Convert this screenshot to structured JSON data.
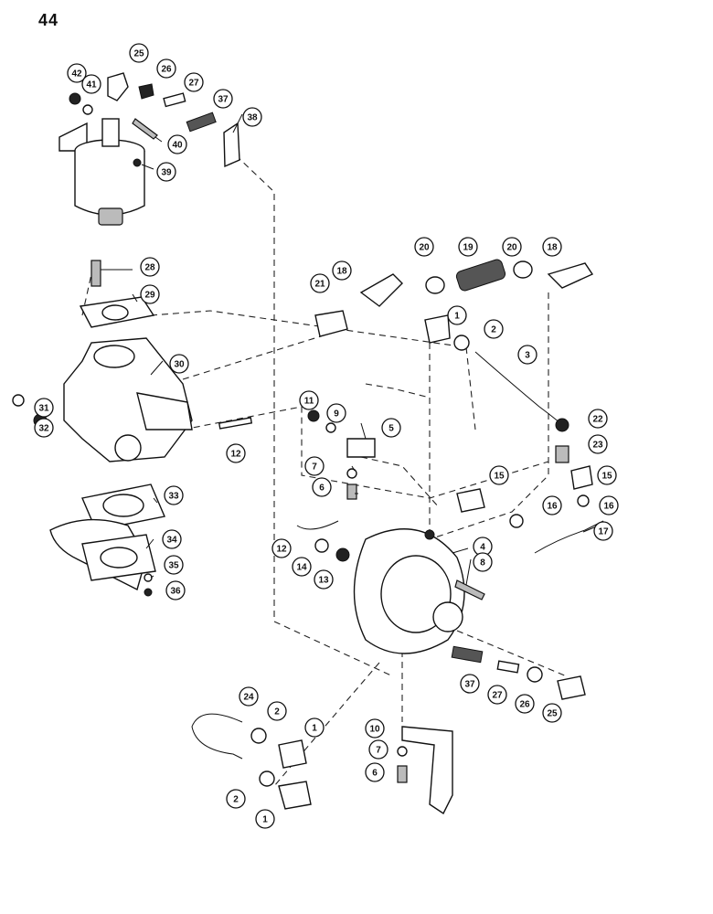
{
  "page": {
    "number": "44"
  },
  "diagram": {
    "callouts": [
      {
        "id": "c42",
        "label": "42"
      },
      {
        "id": "c41",
        "label": "41"
      },
      {
        "id": "c25a",
        "label": "25"
      },
      {
        "id": "c26a",
        "label": "26"
      },
      {
        "id": "c27a",
        "label": "27"
      },
      {
        "id": "c37a",
        "label": "37"
      },
      {
        "id": "c38",
        "label": "38"
      },
      {
        "id": "c40",
        "label": "40"
      },
      {
        "id": "c39",
        "label": "39"
      },
      {
        "id": "c28",
        "label": "28"
      },
      {
        "id": "c29",
        "label": "29"
      },
      {
        "id": "c30",
        "label": "30"
      },
      {
        "id": "c31",
        "label": "31"
      },
      {
        "id": "c32",
        "label": "32"
      },
      {
        "id": "c33",
        "label": "33"
      },
      {
        "id": "c34",
        "label": "34"
      },
      {
        "id": "c35",
        "label": "35"
      },
      {
        "id": "c36",
        "label": "36"
      },
      {
        "id": "c20a",
        "label": "20"
      },
      {
        "id": "c19",
        "label": "19"
      },
      {
        "id": "c20b",
        "label": "20"
      },
      {
        "id": "c18b",
        "label": "18"
      },
      {
        "id": "c21",
        "label": "21"
      },
      {
        "id": "c18a",
        "label": "18"
      },
      {
        "id": "c1a",
        "label": "1"
      },
      {
        "id": "c2a",
        "label": "2"
      },
      {
        "id": "c3",
        "label": "3"
      },
      {
        "id": "c11",
        "label": "11"
      },
      {
        "id": "c9",
        "label": "9"
      },
      {
        "id": "c5",
        "label": "5"
      },
      {
        "id": "c22",
        "label": "22"
      },
      {
        "id": "c23",
        "label": "23"
      },
      {
        "id": "c7a",
        "label": "7"
      },
      {
        "id": "c6a",
        "label": "6"
      },
      {
        "id": "c12a",
        "label": "12"
      },
      {
        "id": "c15a",
        "label": "15"
      },
      {
        "id": "c15b",
        "label": "15"
      },
      {
        "id": "c16a",
        "label": "16"
      },
      {
        "id": "c16b",
        "label": "16"
      },
      {
        "id": "c17",
        "label": "17"
      },
      {
        "id": "c4",
        "label": "4"
      },
      {
        "id": "c8",
        "label": "8"
      },
      {
        "id": "c12b",
        "label": "12"
      },
      {
        "id": "c14",
        "label": "14"
      },
      {
        "id": "c13",
        "label": "13"
      },
      {
        "id": "c37b",
        "label": "37"
      },
      {
        "id": "c27b",
        "label": "27"
      },
      {
        "id": "c26b",
        "label": "26"
      },
      {
        "id": "c25b",
        "label": "25"
      },
      {
        "id": "c24",
        "label": "24"
      },
      {
        "id": "c2b",
        "label": "2"
      },
      {
        "id": "c1b",
        "label": "1"
      },
      {
        "id": "c2c",
        "label": "2"
      },
      {
        "id": "c1c",
        "label": "1"
      },
      {
        "id": "c10",
        "label": "10"
      },
      {
        "id": "c7b",
        "label": "7"
      },
      {
        "id": "c6b",
        "label": "6"
      }
    ]
  }
}
